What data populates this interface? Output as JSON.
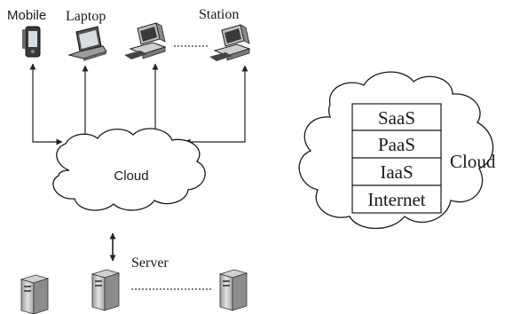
{
  "devices": {
    "mobile_label": "Mobile",
    "laptop_label": "Laptop",
    "station_label": "Station"
  },
  "left_cloud": {
    "label": "Cloud"
  },
  "server": {
    "label": "Server"
  },
  "right_cloud": {
    "label": "Cloud",
    "stack": [
      "SaaS",
      "PaaS",
      "IaaS",
      "Internet"
    ]
  },
  "colors": {
    "line": "#222222",
    "device_fill": "#c9c9c9",
    "screen": "#e8ecef"
  }
}
